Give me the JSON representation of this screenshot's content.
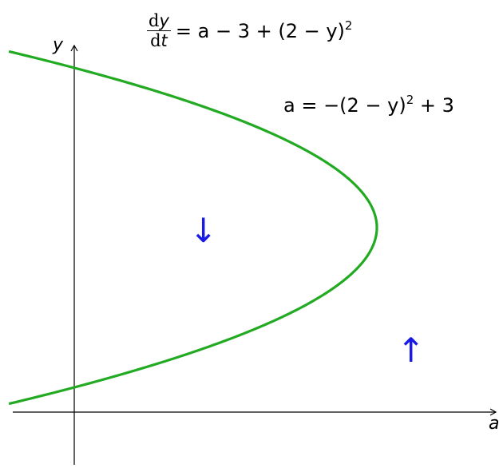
{
  "equation": {
    "lhs_num_d": "d",
    "lhs_num_var": "y",
    "lhs_den_d": "d",
    "lhs_den_var": "t",
    "rhs": "= a − 3 + (2 − y)",
    "rhs_exp": "2"
  },
  "curve_equation": {
    "text": "a = −(2 − y)",
    "exp": "2",
    "tail": " + 3"
  },
  "axes": {
    "x_label": "a",
    "y_label": "y"
  },
  "flow_arrows": {
    "inside": "↓",
    "outside": "↑"
  },
  "colors": {
    "curve": "#22aa22",
    "arrows": "#1a1ae6",
    "axes": "#000000"
  },
  "chart_data": {
    "type": "line",
    "curve_formula": "a = -(2 - y)^2 + 3",
    "x_label": "a",
    "y_label": "y",
    "vertex": {
      "a": 3,
      "y": 2
    },
    "intercepts_a0": [
      {
        "a": 0,
        "y": 0.268
      },
      {
        "a": 0,
        "y": 3.732
      }
    ],
    "xlim": [
      -0.55,
      3.4
    ],
    "ylim": [
      -0.45,
      4.65
    ]
  }
}
